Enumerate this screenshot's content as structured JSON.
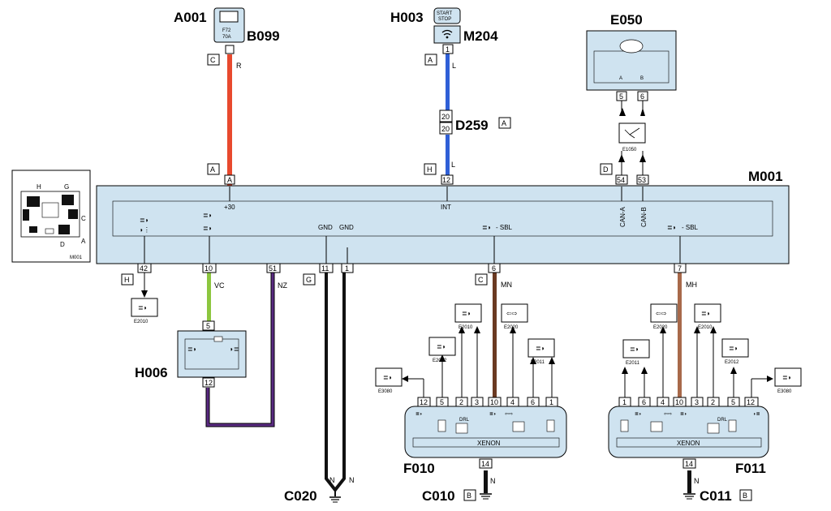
{
  "labels": {
    "A001": "A001",
    "B099": "B099",
    "H003": "H003",
    "M204": "M204",
    "E050": "E050",
    "D259": "D259",
    "M001": "M001",
    "H006": "H006",
    "C020": "C020",
    "C010": "C010",
    "C011": "C011",
    "F010": "F010",
    "F011": "F011",
    "E1050": "E1050"
  },
  "fuse": {
    "line1": "F72",
    "line2": "70A"
  },
  "switch_label": [
    "START",
    "STOP"
  ],
  "tags": {
    "b099_C": "C",
    "m001_A": "A",
    "m204_A": "A",
    "d259_A": "A",
    "m001_H": "H",
    "e050_D": "D",
    "m001_H2": "H",
    "m001_G": "G",
    "m001_C": "C",
    "c010_B": "B",
    "c011_B": "B"
  },
  "wire_colors": {
    "R": "R",
    "L1": "L",
    "L2": "L",
    "VC": "VC",
    "NZ": "NZ",
    "MN": "MN",
    "MH": "MH",
    "N1": "N",
    "N2": "N",
    "N3": "N",
    "N4": "N"
  },
  "pins": {
    "m001_A": "A",
    "m001_12": "12",
    "m001_54": "54",
    "m001_53": "53",
    "m001_42": "42",
    "m001_10": "10",
    "m001_51": "51",
    "m001_11": "11",
    "m001_1": "1",
    "m001_6": "6",
    "m001_7": "7",
    "m204_1": "1",
    "d259_a": "20",
    "d259_b": "20",
    "e050_5": "5",
    "e050_6": "6",
    "e050_A": "A",
    "e050_B": "B",
    "h006_5": "5",
    "h006_12": "12",
    "f010_14": "14",
    "f011_14": "14"
  },
  "m001_signals": {
    "p30": "+30",
    "int": "INT",
    "gnd1": "GND",
    "gnd2": "GND",
    "sbl1": "- SBL",
    "sbl2": "- SBL",
    "cana": "CAN-A",
    "canb": "CAN-B"
  },
  "f010_pins": [
    "12",
    "5",
    "2",
    "3",
    "10",
    "4",
    "6",
    "1"
  ],
  "f011_pins": [
    "1",
    "6",
    "4",
    "10",
    "3",
    "2",
    "5",
    "12"
  ],
  "module_text": {
    "xenon1": "XENON",
    "xenon2": "XENON",
    "drl1": "DRL",
    "drl2": "DRL"
  },
  "refs": {
    "E2010_a": "E2010",
    "E2010_b": "E2010",
    "E2010_c": "E2010",
    "E2020_a": "E2020",
    "E2020_b": "E2020",
    "E2011_a": "E2011",
    "E2011_b": "E2011",
    "E2012_a": "E2012",
    "E2012_b": "E2012",
    "E3080_a": "E3080",
    "E3080_b": "E3080"
  },
  "locator": {
    "H": "H",
    "G": "G",
    "C": "C",
    "D": "D",
    "A": "A",
    "title": "M001"
  },
  "colors": {
    "red_wire": "#e8492e",
    "blue_wire": "#2f5fd6",
    "green_wire": "#8cc63f",
    "purple_wire": "#5a2a82",
    "brown_wire": "#6b3a22",
    "brown_light": "#a8694a",
    "black_wire": "#111111",
    "module_fill": "#cfe3f0"
  }
}
